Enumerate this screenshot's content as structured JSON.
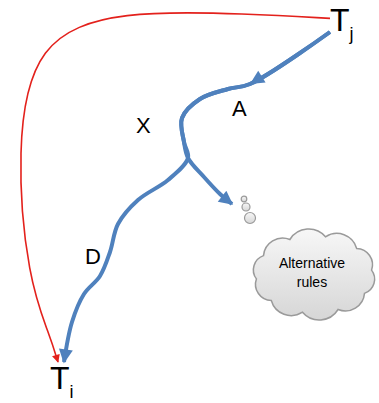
{
  "diagram": {
    "nodes": [
      {
        "text": [
          "T",
          "j"
        ]
      },
      {
        "text": [
          "Alternative rules"
        ]
      },
      {
        "text": [
          "T",
          "i"
        ]
      }
    ],
    "edges": [
      {
        "from": 0,
        "to": 2,
        "arrow": "to"
      },
      {
        "from": 0,
        "to": 2,
        "arrow": "to"
      },
      {
        "from": 0,
        "to": 1,
        "arrow": "to"
      }
    ],
    "labels": [
      "A",
      "X",
      "D"
    ]
  }
}
